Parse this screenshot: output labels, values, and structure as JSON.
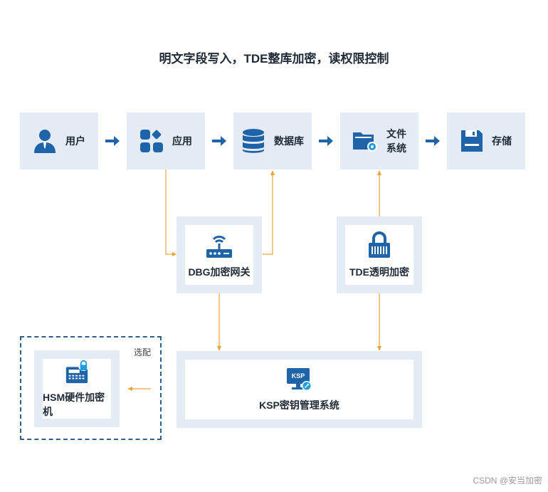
{
  "title": "明文字段写入，TDE整库加密，读权限控制",
  "top_row": [
    {
      "label": "用户",
      "icon": "user-icon"
    },
    {
      "label": "应用",
      "icon": "apps-grid-icon"
    },
    {
      "label": "数据库",
      "icon": "database-icon"
    },
    {
      "label_line1": "文件",
      "label_line2": "系统",
      "icon": "folder-gear-icon"
    },
    {
      "label": "存储",
      "icon": "floppy-disk-icon"
    }
  ],
  "dbg": {
    "label": "DBG加密网关",
    "icon": "router-gateway-icon"
  },
  "tde": {
    "label": "TDE透明加密",
    "icon": "padlock-icon"
  },
  "ksp": {
    "label": "KSP密钥管理系统",
    "icon": "ksp-monitor-key-icon",
    "badge": "KSP"
  },
  "hsm": {
    "label": "HSM硬件加密机",
    "icon": "hsm-device-icon",
    "optional_label": "选配"
  },
  "footer": "CSDN @安当加密",
  "colors": {
    "box_bg": "#e4ebf4",
    "icon_blue": "#1f63a8",
    "connector_orange": "#e8a33a",
    "dashed_border": "#2c5f92"
  }
}
